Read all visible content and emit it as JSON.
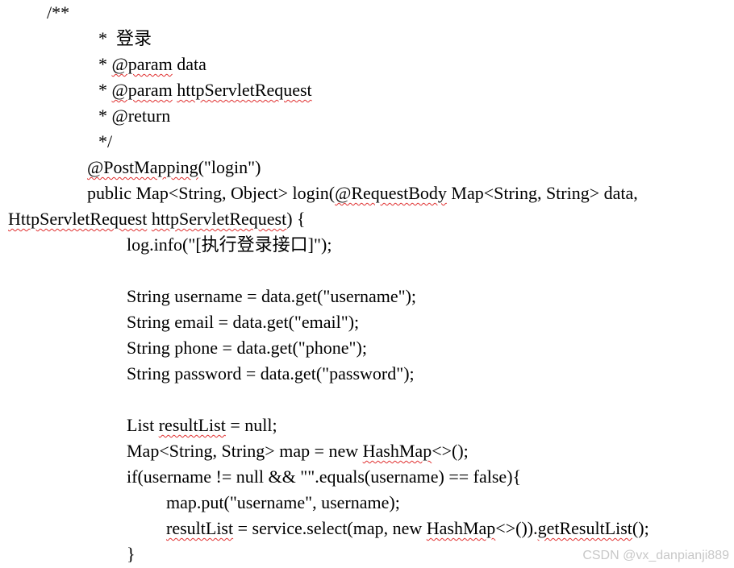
{
  "document": {
    "lines": [
      {
        "segments": [
          {
            "text": "/**",
            "err": false
          }
        ]
      },
      {
        "segments": [
          {
            "text": "*  登录",
            "err": false
          }
        ]
      },
      {
        "segments": [
          {
            "text": "* ",
            "err": false
          },
          {
            "text": "@param",
            "err": true
          },
          {
            "text": " data",
            "err": false
          }
        ]
      },
      {
        "segments": [
          {
            "text": "* ",
            "err": false
          },
          {
            "text": "@param",
            "err": true
          },
          {
            "text": " ",
            "err": false
          },
          {
            "text": "httpServletRequest",
            "err": true
          }
        ]
      },
      {
        "segments": [
          {
            "text": "* @return",
            "err": false
          }
        ]
      },
      {
        "segments": [
          {
            "text": "*/",
            "err": false
          }
        ]
      },
      {
        "segments": [
          {
            "text": "@PostMapping",
            "err": true
          },
          {
            "text": "(\"login\")",
            "err": false
          }
        ]
      },
      {
        "segments": [
          {
            "text": "public Map<String, Object> login(",
            "err": false
          },
          {
            "text": "@RequestBody",
            "err": true
          },
          {
            "text": " Map<String, String> data,",
            "err": false
          }
        ]
      },
      {
        "segments": [
          {
            "text": "HttpServletRequest",
            "err": true
          },
          {
            "text": " ",
            "err": false
          },
          {
            "text": "httpServletRequest",
            "err": true
          },
          {
            "text": ") {",
            "err": false
          }
        ]
      },
      {
        "segments": [
          {
            "text": "log.info(\"[执行登录接口]\");",
            "err": false
          }
        ]
      },
      {
        "segments": [
          {
            "text": "String username = data.get(\"username\");",
            "err": false
          }
        ]
      },
      {
        "segments": [
          {
            "text": "String email = data.get(\"email\");",
            "err": false
          }
        ]
      },
      {
        "segments": [
          {
            "text": "String phone = data.get(\"phone\");",
            "err": false
          }
        ]
      },
      {
        "segments": [
          {
            "text": "String password = data.get(\"password\");",
            "err": false
          }
        ]
      },
      {
        "segments": [
          {
            "text": "List ",
            "err": false
          },
          {
            "text": "resultList",
            "err": true
          },
          {
            "text": " = null;",
            "err": false
          }
        ]
      },
      {
        "segments": [
          {
            "text": "Map<String, String> map = new ",
            "err": false
          },
          {
            "text": "HashMap",
            "err": true
          },
          {
            "text": "<>();",
            "err": false
          }
        ]
      },
      {
        "segments": [
          {
            "text": "if(username != null && \"\".equals(username) == false){",
            "err": false
          }
        ]
      },
      {
        "segments": [
          {
            "text": "map.put(\"username\", username);",
            "err": false
          }
        ]
      },
      {
        "segments": [
          {
            "text": "resultList",
            "err": true
          },
          {
            "text": " = service.select(map, new ",
            "err": false
          },
          {
            "text": "HashMap",
            "err": true
          },
          {
            "text": "<>()).",
            "err": false
          },
          {
            "text": "getResultList",
            "err": true
          },
          {
            "text": "();",
            "err": false
          }
        ]
      },
      {
        "segments": [
          {
            "text": "}",
            "err": false
          }
        ]
      }
    ]
  },
  "watermark": {
    "text": "CSDN @vx_danpianji889"
  }
}
